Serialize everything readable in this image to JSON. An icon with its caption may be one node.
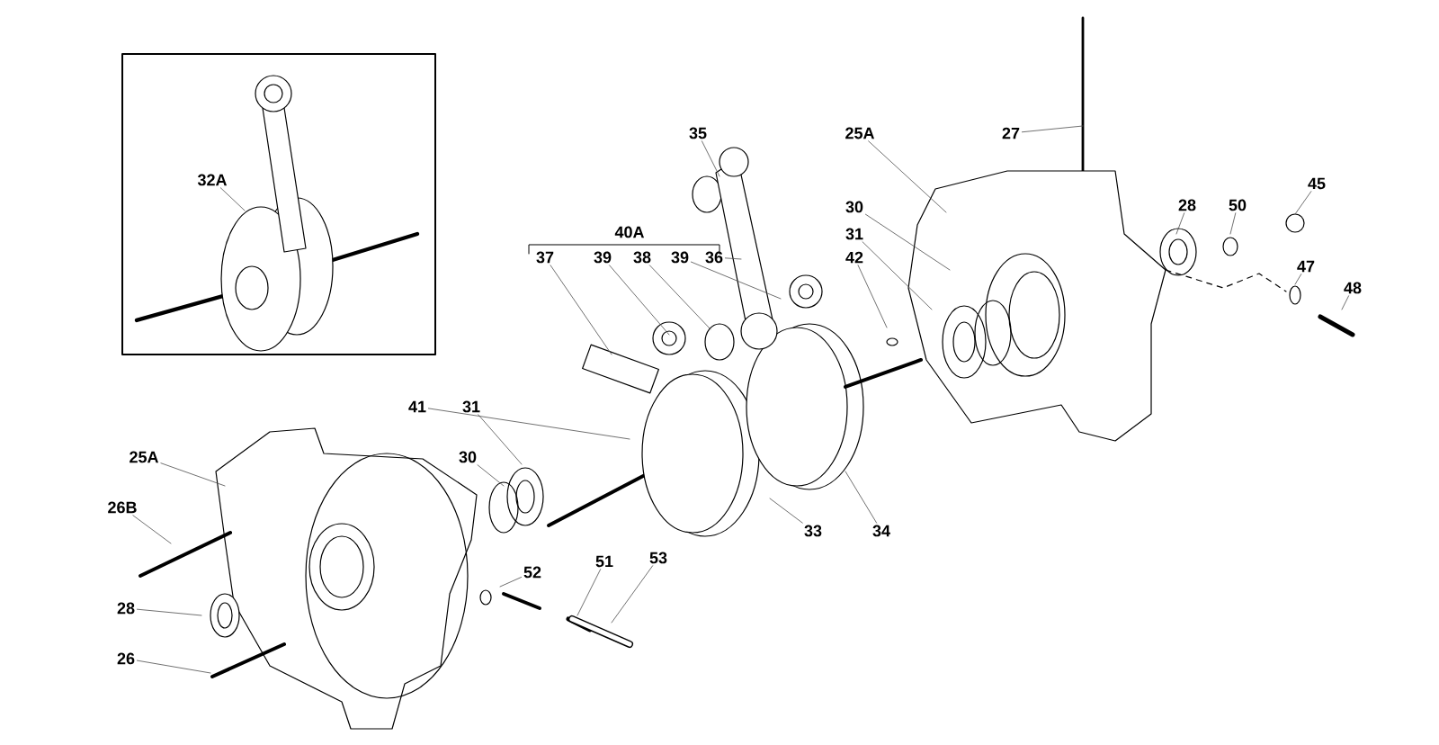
{
  "diagram": {
    "nodes": [
      {
        "text": [
          "32A"
        ]
      },
      {
        "text": [
          "35"
        ]
      },
      {
        "text": [
          "25A"
        ]
      },
      {
        "text": [
          "27"
        ]
      },
      {
        "text": [
          "37"
        ]
      },
      {
        "text": [
          "39"
        ]
      },
      {
        "text": [
          "38"
        ]
      },
      {
        "text": [
          "39"
        ]
      },
      {
        "text": [
          "36"
        ]
      },
      {
        "text": [
          "30"
        ]
      },
      {
        "text": [
          "31"
        ]
      },
      {
        "text": [
          "42"
        ]
      },
      {
        "text": [
          "28"
        ]
      },
      {
        "text": [
          "50"
        ]
      },
      {
        "text": [
          "45"
        ]
      },
      {
        "text": [
          "47"
        ]
      },
      {
        "text": [
          "48"
        ]
      },
      {
        "text": [
          "41"
        ]
      },
      {
        "text": [
          "31"
        ]
      },
      {
        "text": [
          "30"
        ]
      },
      {
        "text": [
          "25A"
        ]
      },
      {
        "text": [
          "26B"
        ]
      },
      {
        "text": [
          "28"
        ]
      },
      {
        "text": [
          "26"
        ]
      },
      {
        "text": [
          "52"
        ]
      },
      {
        "text": [
          "51"
        ]
      },
      {
        "text": [
          "53"
        ]
      },
      {
        "text": [
          "33"
        ]
      },
      {
        "text": [
          "34"
        ]
      }
    ],
    "edges": [
      {
        "from": 0,
        "to": null,
        "arrow": "none"
      },
      {
        "from": 1,
        "to": null,
        "arrow": "none"
      },
      {
        "from": 2,
        "to": null,
        "arrow": "none"
      },
      {
        "from": 3,
        "to": null,
        "arrow": "none"
      },
      {
        "from": 4,
        "to": null,
        "arrow": "none"
      },
      {
        "from": 5,
        "to": null,
        "arrow": "none"
      },
      {
        "from": 6,
        "to": null,
        "arrow": "none"
      },
      {
        "from": 7,
        "to": null,
        "arrow": "none"
      },
      {
        "from": 8,
        "to": null,
        "arrow": "none"
      },
      {
        "from": 9,
        "to": null,
        "arrow": "none"
      },
      {
        "from": 10,
        "to": null,
        "arrow": "none"
      },
      {
        "from": 11,
        "to": null,
        "arrow": "none"
      },
      {
        "from": 12,
        "to": null,
        "arrow": "none"
      },
      {
        "from": 13,
        "to": null,
        "arrow": "none"
      },
      {
        "from": 14,
        "to": null,
        "arrow": "none"
      },
      {
        "from": 15,
        "to": null,
        "arrow": "none"
      },
      {
        "from": 16,
        "to": null,
        "arrow": "none"
      },
      {
        "from": 17,
        "to": null,
        "arrow": "none"
      },
      {
        "from": 18,
        "to": null,
        "arrow": "none"
      },
      {
        "from": 19,
        "to": null,
        "arrow": "none"
      },
      {
        "from": 20,
        "to": null,
        "arrow": "none"
      },
      {
        "from": 21,
        "to": null,
        "arrow": "none"
      },
      {
        "from": 22,
        "to": null,
        "arrow": "none"
      },
      {
        "from": 23,
        "to": null,
        "arrow": "none"
      },
      {
        "from": 24,
        "to": null,
        "arrow": "none"
      },
      {
        "from": 25,
        "to": null,
        "arrow": "none"
      },
      {
        "from": 26,
        "to": null,
        "arrow": "none"
      },
      {
        "from": 27,
        "to": null,
        "arrow": "none"
      },
      {
        "from": 28,
        "to": null,
        "arrow": "none"
      }
    ],
    "labels": [
      "40A"
    ]
  }
}
